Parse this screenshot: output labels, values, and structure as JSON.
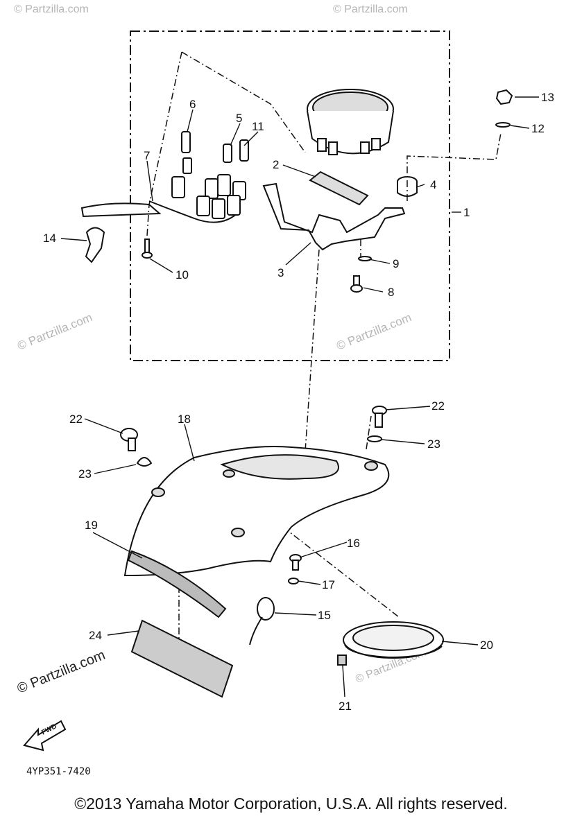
{
  "diagram": {
    "part_code": "4YP351-7420",
    "copyright": "©2013  Yamaha Motor Corporation, U.S.A. All rights reserved.",
    "watermark": "© Partzilla.com",
    "fwd_label": "FWD",
    "callouts": [
      "1",
      "2",
      "3",
      "4",
      "5",
      "6",
      "7",
      "8",
      "9",
      "10",
      "11",
      "12",
      "13",
      "14",
      "15",
      "16",
      "17",
      "18",
      "19",
      "20",
      "21",
      "22",
      "22",
      "23",
      "23",
      "24"
    ]
  }
}
